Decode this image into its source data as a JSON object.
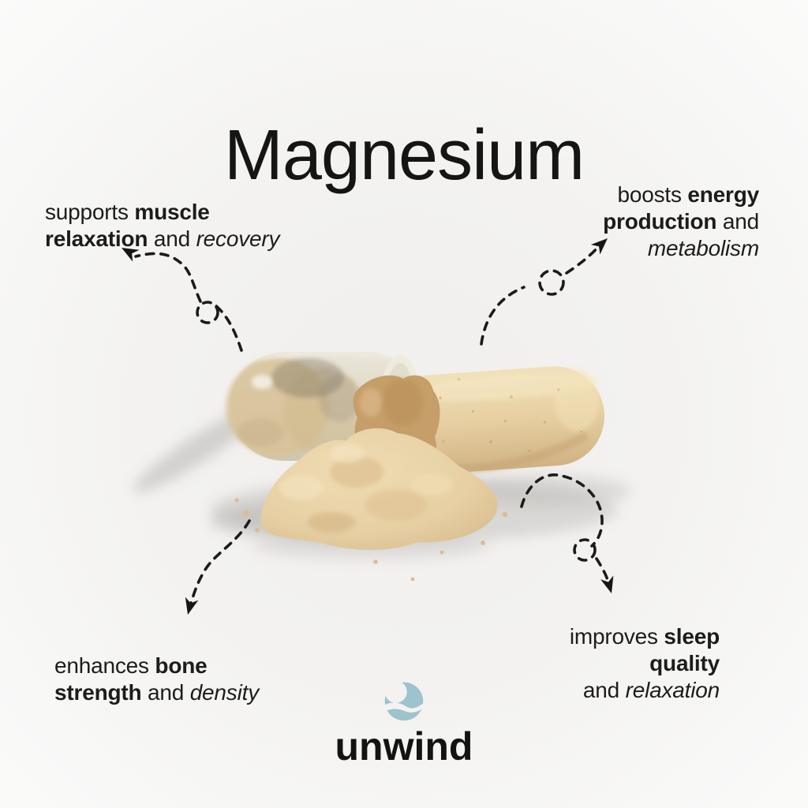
{
  "title": "Magnesium",
  "callouts": {
    "top_left": {
      "l1s1": "supports ",
      "l1s2": "muscle",
      "l2s1": "relaxation",
      "l2s2": " and ",
      "l2s3": "recovery"
    },
    "top_right": {
      "l1s1": "boosts ",
      "l1s2": "energy",
      "l2s1": "production",
      "l2s2": " and",
      "l3s1": "metabolism"
    },
    "bottom_left": {
      "l1s1": "enhances ",
      "l1s2": "bone",
      "l2s1": "strength",
      "l2s2": " and ",
      "l2s3": "density"
    },
    "bottom_right": {
      "l1s1": "improves ",
      "l1s2": "sleep",
      "l2s1": "quality",
      "l3s1": "and ",
      "l3s2": "relaxation"
    }
  },
  "brand": {
    "wordmark": "unwind"
  },
  "illustration": {
    "subject": "open supplement capsule spilling beige magnesium powder"
  },
  "icons": {
    "logo": "wave-moon-icon",
    "arrows": "dashed-curved-arrow"
  },
  "colors": {
    "background": "#f2f1ef",
    "text": "#1c1c1a",
    "arrow": "#1b1b1b",
    "capsule_shell": "#ded6c2",
    "capsule_body": "#e7d1a5",
    "powder": "#e6cfa3",
    "logo_teal": "#9dc3cd"
  }
}
